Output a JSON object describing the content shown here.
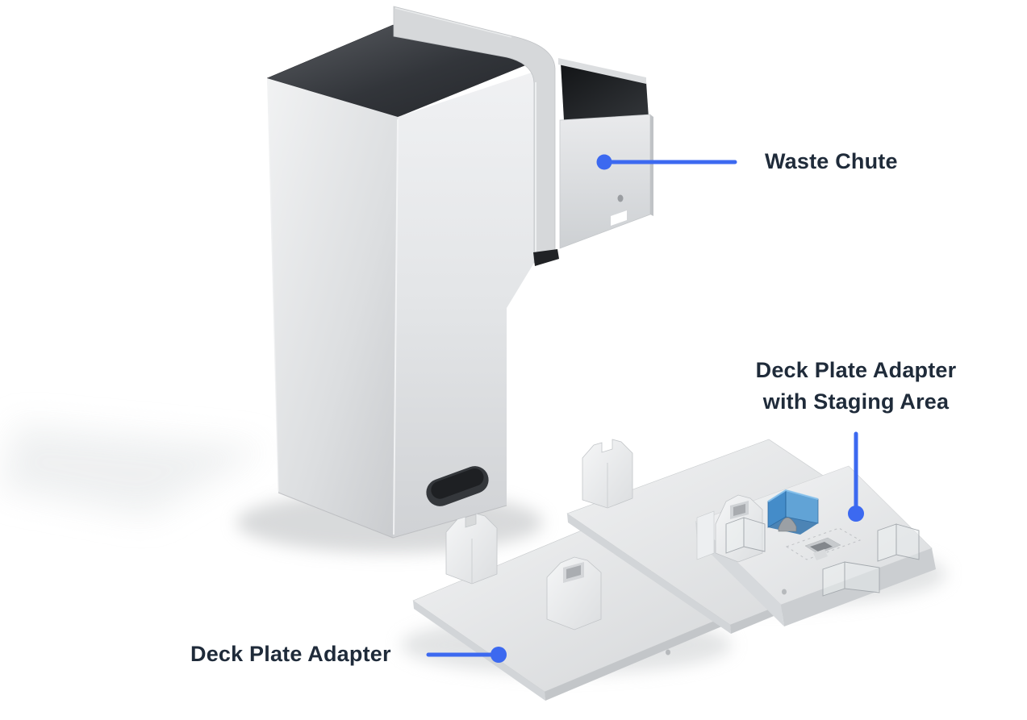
{
  "page": {
    "background_color": "#ffffff"
  },
  "diagram": {
    "type": "product-callout-diagram",
    "accent_color": "#3c69f0",
    "label_color": "#1f2b3a",
    "callouts": [
      {
        "id": "waste-chute",
        "label": "Waste Chute",
        "lines": [
          "Waste Chute"
        ],
        "leader_style": "horizontal-line-with-dot"
      },
      {
        "id": "deck-plate-adapter-with-staging-area",
        "label": "Deck Plate Adapter with Staging Area",
        "lines": [
          "Deck Plate Adapter",
          "with Staging Area"
        ],
        "leader_style": "vertical-line-with-dot"
      },
      {
        "id": "deck-plate-adapter",
        "label": "Deck Plate Adapter",
        "lines": [
          "Deck Plate Adapter"
        ],
        "leader_style": "horizontal-line-with-dot"
      }
    ],
    "render": {
      "metal_light_color": "#eff0f2",
      "metal_mid_color": "#d6d8da",
      "metal_edge_color": "#c2c5c8",
      "dark_opening_color": "#24262a",
      "handle_color": "#27292c",
      "staging_clip_blue": "#2e7fc5",
      "shadow_color": "#c6c9cb"
    }
  }
}
